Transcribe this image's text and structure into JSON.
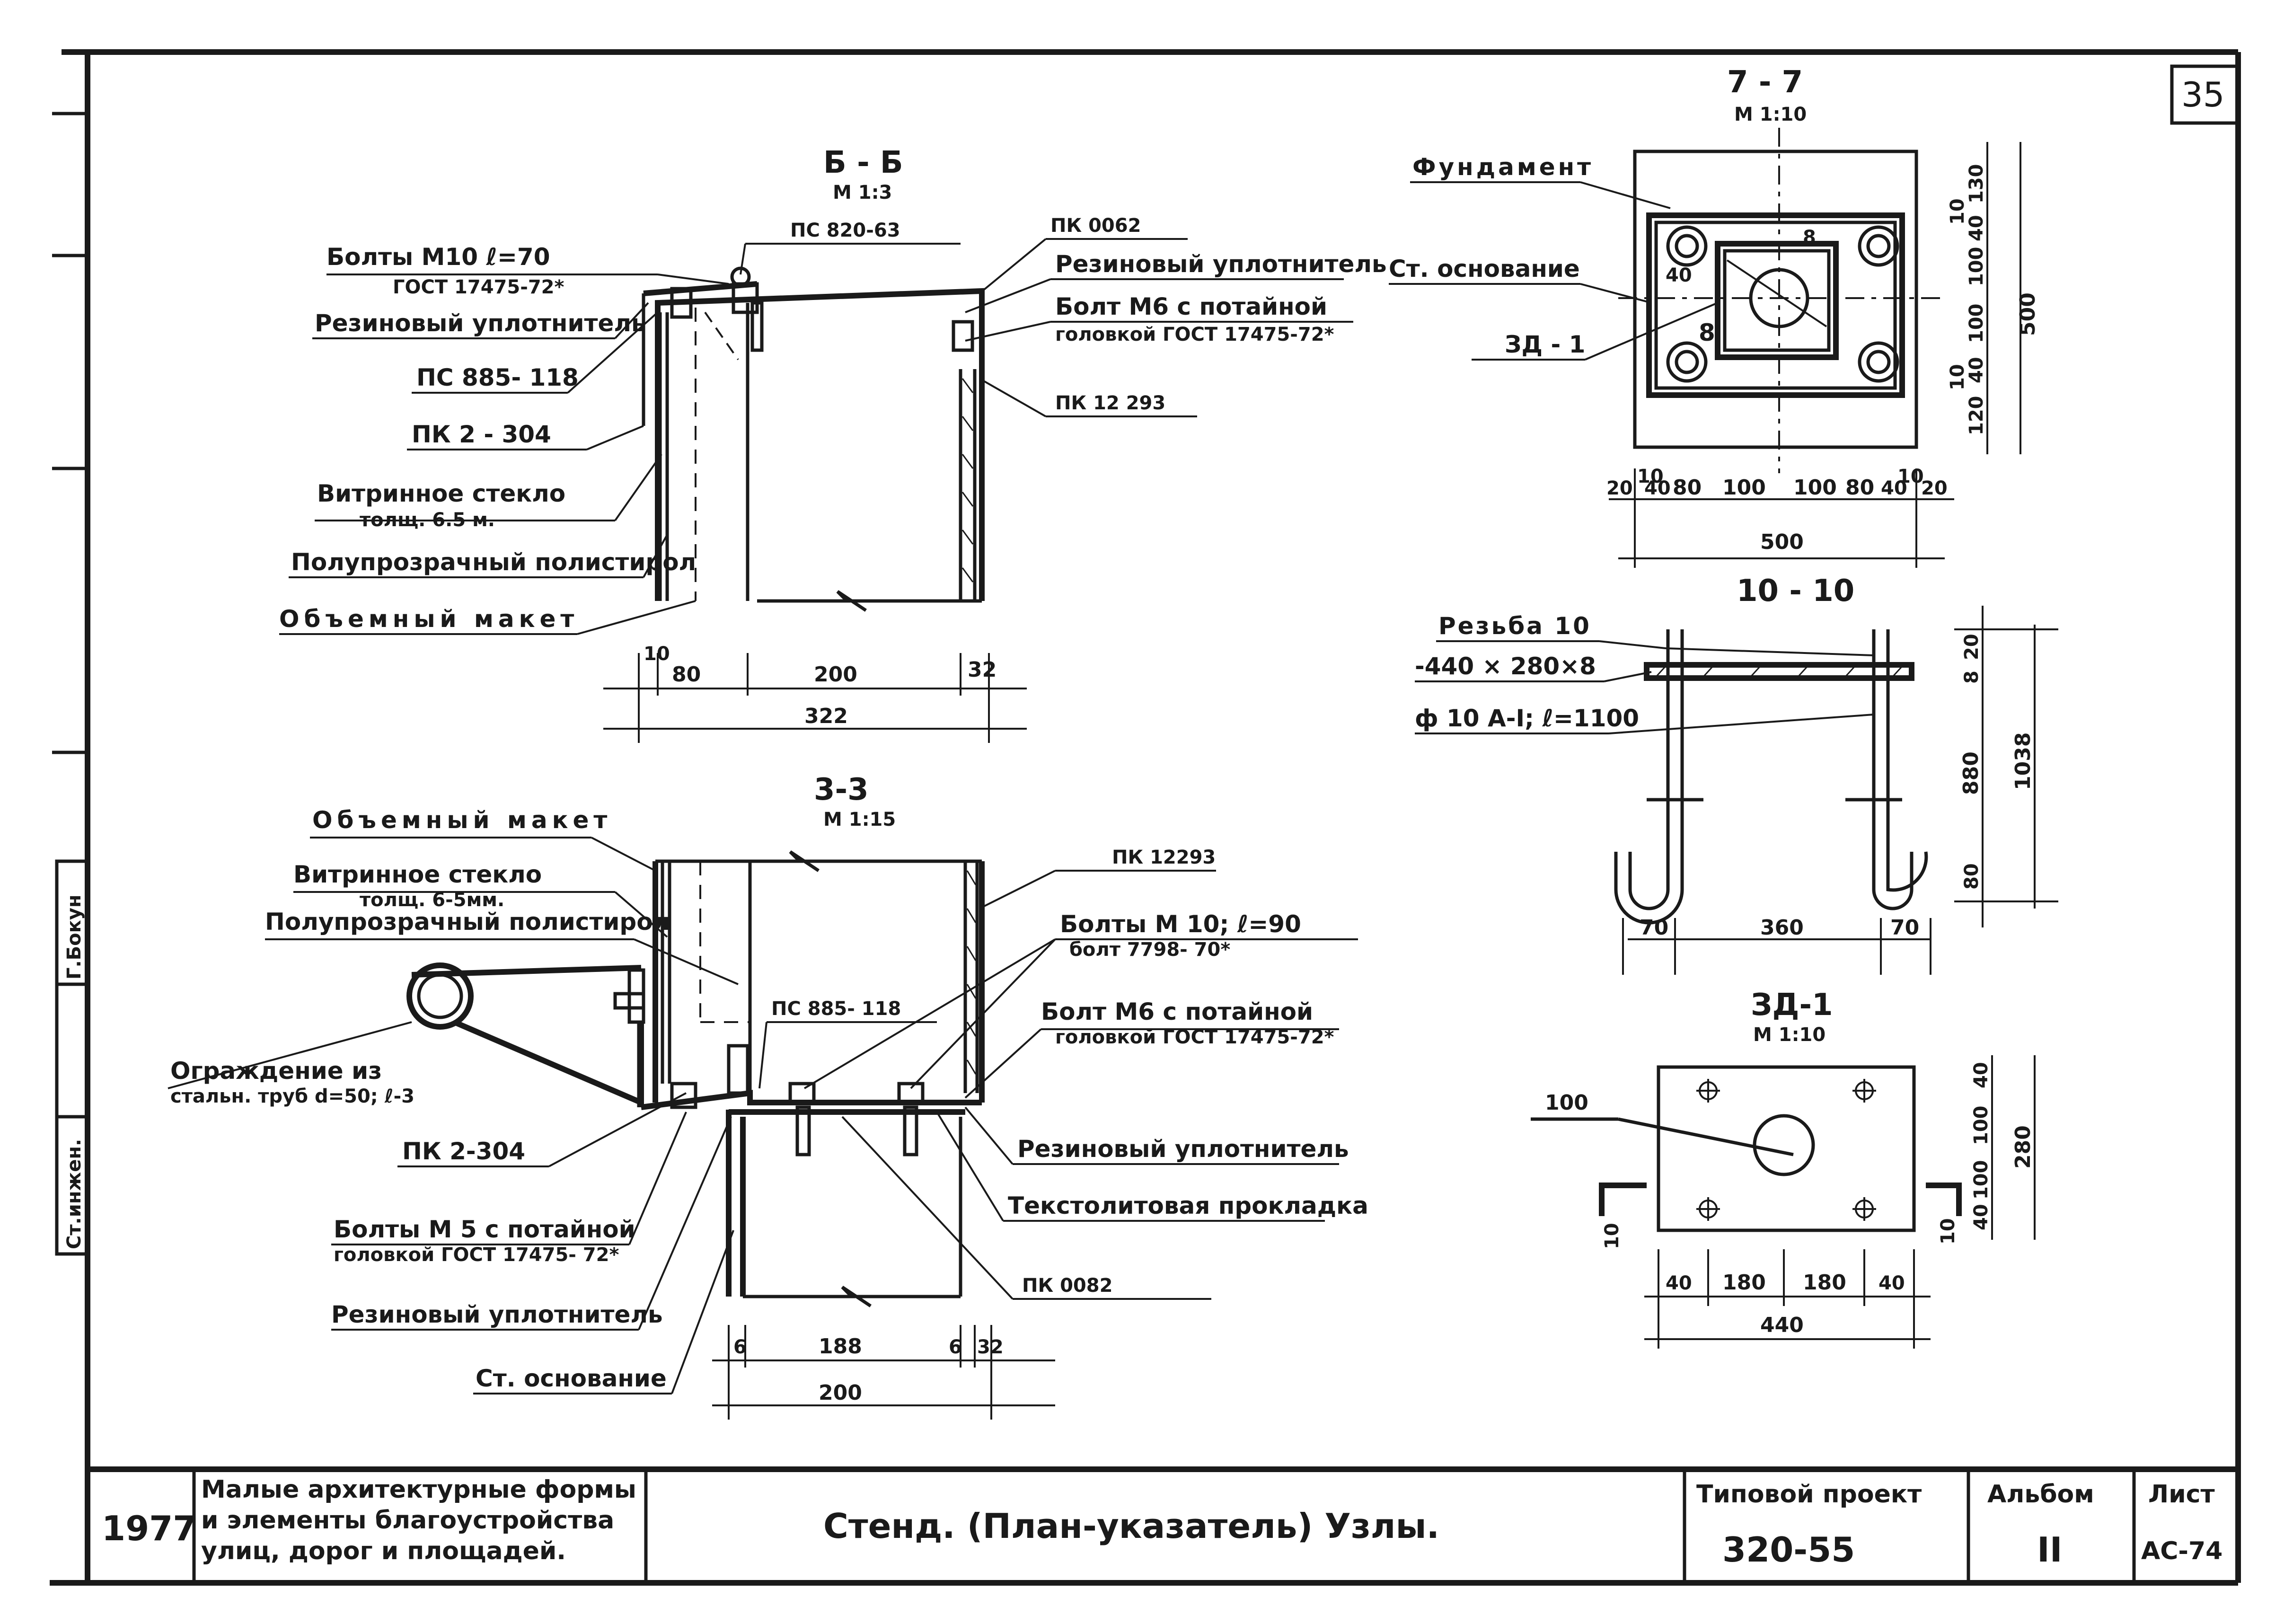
{
  "sheet_number": "35",
  "side_stamp": {
    "role": "Ст.инжен.",
    "name": "Г.Бокун"
  },
  "section_b": {
    "title": "Б - Б",
    "scale": "М 1:3",
    "callouts": {
      "bolts_m10": "Болты М10 ℓ=70",
      "bolts_m10_gost": "ГОСТ 17475-72*",
      "ps820": "ПС 820-63",
      "pk0062": "ПК 0062",
      "rubber_right": "Резиновый уплотнитель",
      "bolt_m6": "Болт М6 с потайной",
      "bolt_m6_gost": "головкой ГОСТ 17475-72*",
      "rubber_left": "Резиновый уплотнитель",
      "ps885": "ПС 885- 118",
      "pk12293": "ПК 12 293",
      "pk2304": "ПК 2 - 304",
      "glass": "Витринное стекло",
      "glass_th": "толщ. 6.5 м.",
      "polystyrene": "Полупрозрачный полистирол",
      "model": "Объемный макет"
    },
    "dims": {
      "d10": "10",
      "d80": "80",
      "d200": "200",
      "d32": "32",
      "d322": "322"
    }
  },
  "section_3": {
    "title": "3-3",
    "scale": "М 1:15",
    "callouts": {
      "model": "Объемный макет",
      "glass": "Витринное стекло",
      "glass_th": "толщ. 6-5мм.",
      "polystyrene": "Полупрозрачный полистирол",
      "pk12293": "ПК 12293",
      "bolts_m10": "Болты М 10; ℓ=90",
      "bolts_m10_gost": "болт 7798- 70*",
      "ps885": "ПС 885- 118",
      "bolt_m6": "Болт М6 с потайной",
      "bolt_m6_gost": "головкой ГОСТ 17475-72*",
      "railing": "Ограждение из",
      "railing2": "стальн. труб d=50; ℓ-3",
      "pk2304": "ПК 2-304",
      "rubber_right": "Резиновый уплотнитель",
      "textolite": "Текстолитовая прокладка",
      "bolts_m5": "Болты М 5 с потайной",
      "bolts_m5_gost": "головкой ГОСТ 17475- 72*",
      "pk0082": "ПК 0082",
      "rubber_left": "Резиновый уплотнитель",
      "steel_base": "Ст. основание"
    },
    "dims": {
      "d6a": "6",
      "d188": "188",
      "d6b": "6",
      "d32": "32",
      "d200": "200"
    }
  },
  "section_7": {
    "title": "7 - 7",
    "scale": "М 1:10",
    "callouts": {
      "foundation": "Фундамент",
      "steel_base": "Ст. основание",
      "zd1": "ЗД - 1",
      "n40": "40",
      "n8a": "8",
      "n8b": "8"
    },
    "dims_h": [
      "20",
      "10",
      "40",
      "80",
      "100",
      "100",
      "80",
      "40",
      "10",
      "20"
    ],
    "dim_total": "500",
    "dims_v": [
      "130",
      "40",
      "10",
      "100",
      "100",
      "40",
      "10",
      "120"
    ],
    "dim_v_total": "500"
  },
  "section_10": {
    "title": "10 - 10",
    "callouts": {
      "thread": "Резьба 10",
      "plate": "-440 × 280×8",
      "rod": "ф 10 А-I; ℓ=1100"
    },
    "dims_h": [
      "70",
      "360",
      "70"
    ],
    "dims_v": [
      "20",
      "8",
      "880",
      "80"
    ],
    "dim_v_total": "1038"
  },
  "zd1": {
    "title": "ЗД-1",
    "scale": "М 1:10",
    "hole": "100",
    "cut_left": "10",
    "cut_right": "10",
    "dims_h": [
      "40",
      "180",
      "180",
      "40"
    ],
    "dim_total": "440",
    "dims_v": [
      "40",
      "100",
      "100",
      "40"
    ],
    "dim_v_total": "280"
  },
  "title_block": {
    "year": "1977",
    "series_line1": "Малые архитектурные формы",
    "series_line2": "и элементы благоустройства",
    "series_line3": "улиц, дорог и площадей.",
    "title": "Стенд. (План-указатель) Узлы.",
    "project_label": "Типовой проект",
    "project_number": "320-55",
    "album_label": "Альбом",
    "album_number": "II",
    "sheet_label": "Лист",
    "sheet_code": "АС-74"
  },
  "colors": {
    "ink": "#1a1a1a",
    "paper": "#ffffff"
  }
}
